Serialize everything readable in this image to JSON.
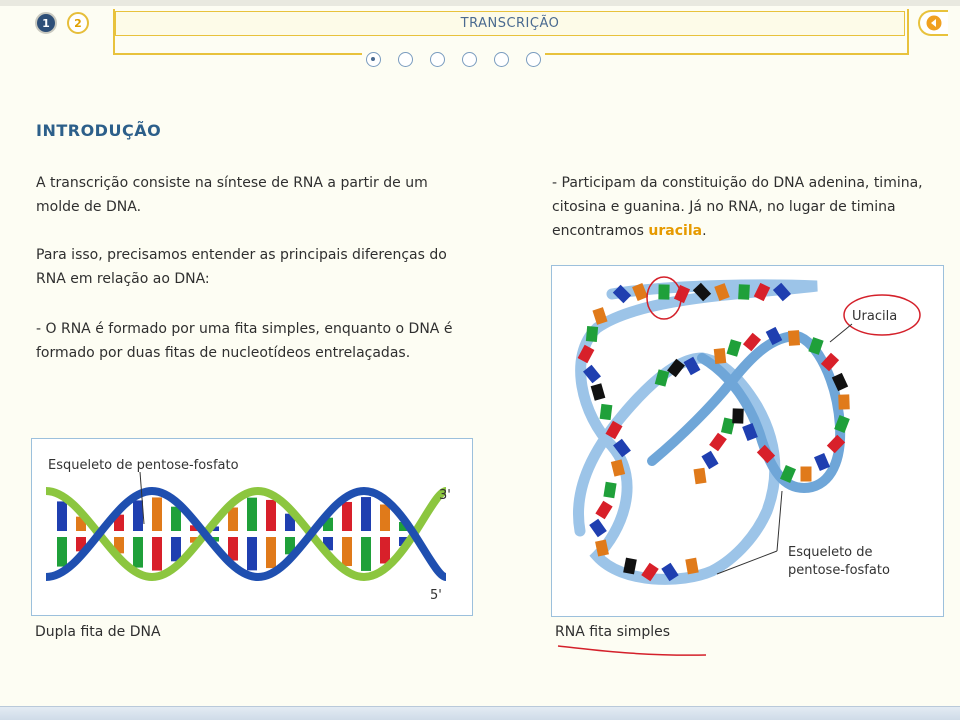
{
  "header": {
    "pages": [
      "1",
      "2"
    ],
    "title": "TRANSCRIÇÃO",
    "back_icon": "arrow-left-icon",
    "section_dots": 6,
    "current_dot": 0
  },
  "content": {
    "heading": "INTRODUÇÃO",
    "p1": "A transcrição consiste na síntese de RNA a partir de um molde de DNA.",
    "p2": "Para isso, precisamos entender as principais diferenças do RNA em relação ao DNA:",
    "p3": "- O RNA é formado por uma fita simples, enquanto o DNA é formado por duas fitas de nucleotídeos entrelaçadas.",
    "p4_text": "- Participam da constituição do DNA adenina, timina, citosina e guanina. Já no RNA, no lugar de timina encontramos ",
    "p4_highlight": "uracila",
    "p4_end": "."
  },
  "figure_dna": {
    "label_backbone": "Esqueleto de pentose-fosfato",
    "label_3prime": "3'",
    "label_5prime": "5'",
    "caption": "Dupla fita de DNA"
  },
  "figure_rna": {
    "label_uracila": "Uracila",
    "label_backbone_1": "Esqueleto de",
    "label_backbone_2": "pentose-fosfato",
    "caption": "RNA fita simples"
  },
  "colors": {
    "accent": "#e69a00",
    "heading": "#2c5f8a",
    "frame": "#e8c23c",
    "adenine": "#1f3fb0",
    "thymine": "#e07a1a",
    "cytosine": "#1fa03a",
    "guanine": "#d8202a",
    "uracil": "#111111",
    "annotation": "#d4202a"
  }
}
